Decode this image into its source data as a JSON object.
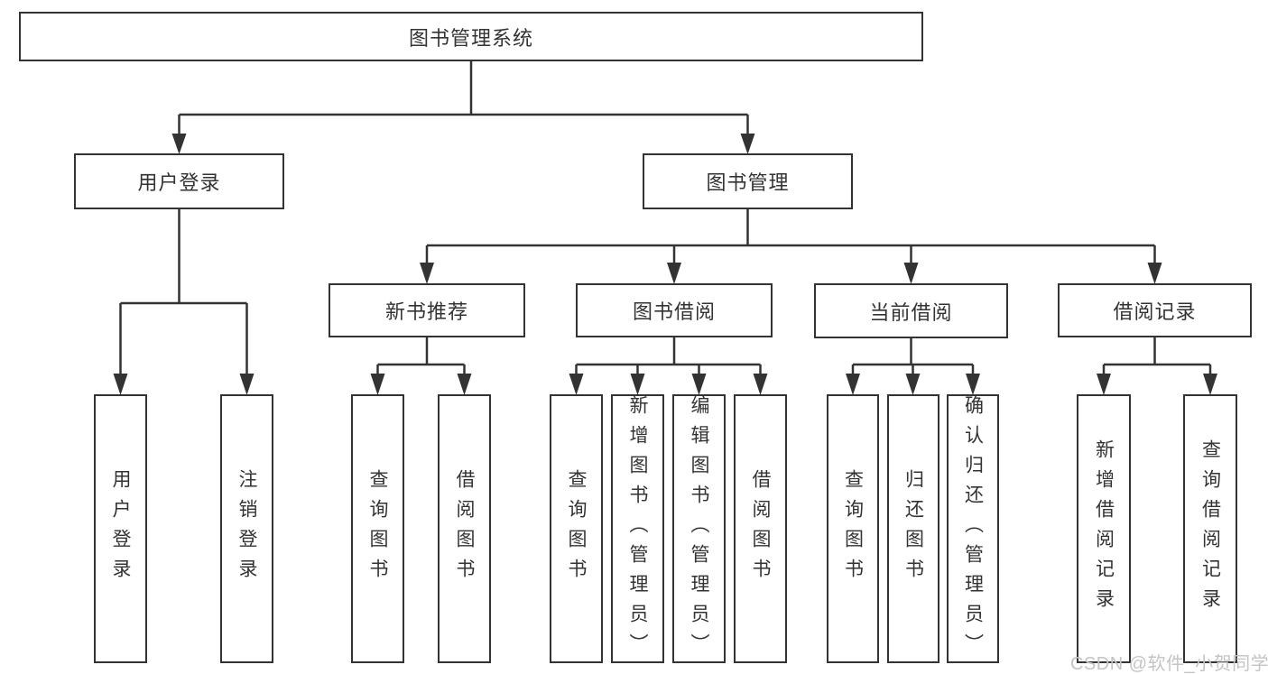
{
  "tree": {
    "label": "图书管理系统",
    "children": [
      {
        "label": "用户登录",
        "children": [
          {
            "label": "用户登录"
          },
          {
            "label": "注销登录"
          }
        ]
      },
      {
        "label": "图书管理",
        "children": [
          {
            "label": "新书推荐",
            "children": [
              {
                "label": "查询图书"
              },
              {
                "label": "借阅图书"
              }
            ]
          },
          {
            "label": "图书借阅",
            "children": [
              {
                "label": "查询图书"
              },
              {
                "label": "新增图书（管理员）"
              },
              {
                "label": "编辑图书（管理员）"
              },
              {
                "label": "借阅图书"
              }
            ]
          },
          {
            "label": "当前借阅",
            "children": [
              {
                "label": "查询图书"
              },
              {
                "label": "归还图书"
              },
              {
                "label": "确认归还（管理员）"
              }
            ]
          },
          {
            "label": "借阅记录",
            "children": [
              {
                "label": "新增借阅记录"
              },
              {
                "label": "查询借阅记录"
              }
            ]
          }
        ]
      }
    ]
  },
  "watermark": "CSDN @软件_小贺同学",
  "colors": {
    "line": "#333333",
    "watermark": "#c4c4c4",
    "background": "#ffffff"
  }
}
